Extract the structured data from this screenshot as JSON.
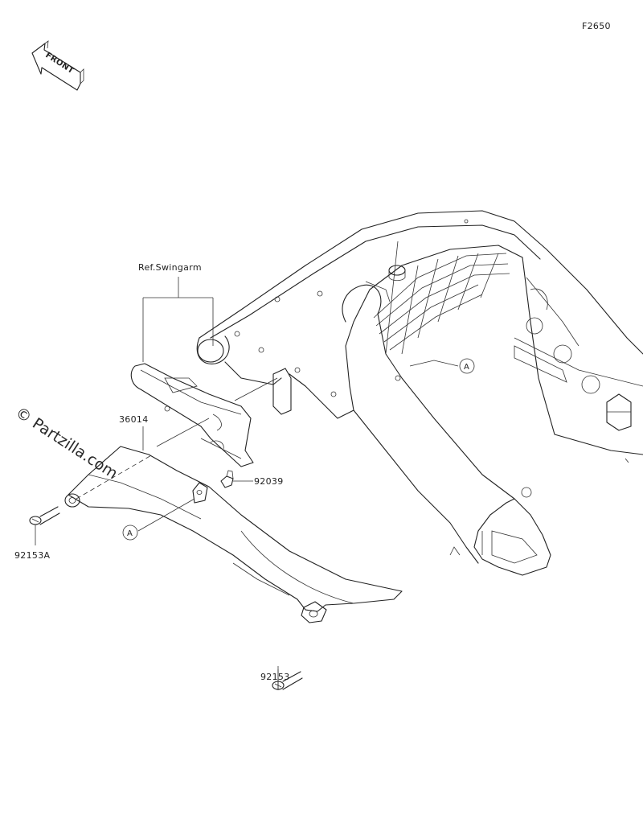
{
  "figure_code": "F2650",
  "front_label": "FRONT",
  "watermark": "© Partzilla.com",
  "reference_label": "Ref.Swingarm",
  "parts": [
    {
      "number": "36014"
    },
    {
      "number": "92039"
    },
    {
      "number": "92153A"
    },
    {
      "number": "92153"
    }
  ],
  "callouts": [
    {
      "letter": "A"
    },
    {
      "letter": "A"
    }
  ]
}
